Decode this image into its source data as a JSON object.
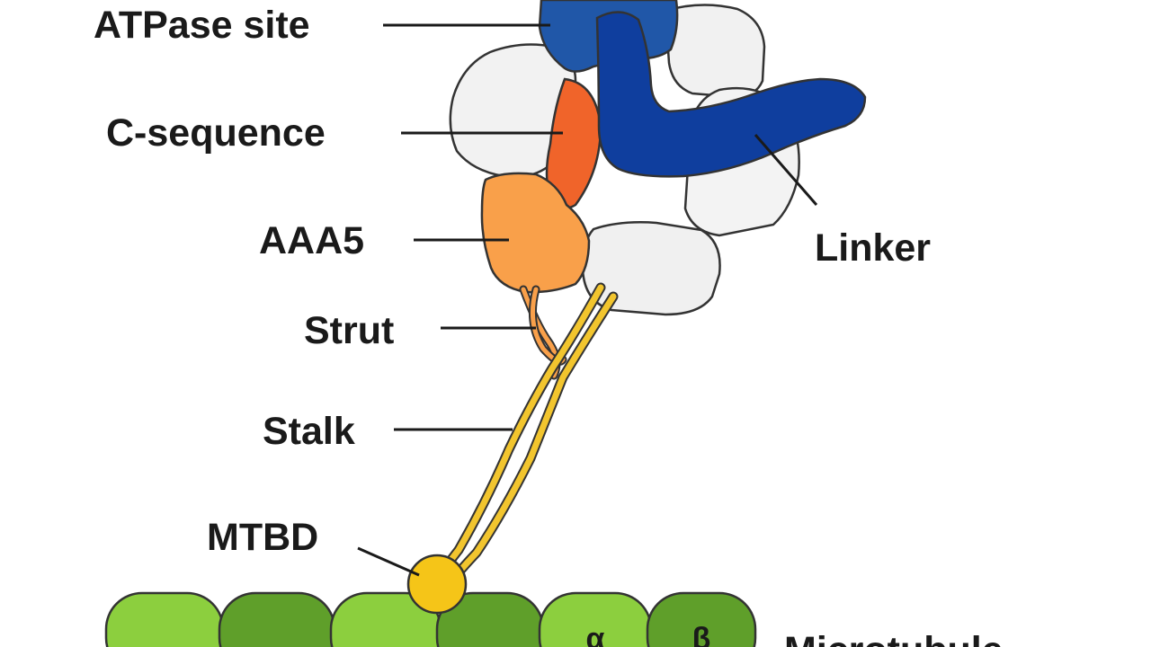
{
  "labels": {
    "atpase_site": "ATPase site",
    "c_sequence": "C-sequence",
    "aaa5": "AAA5",
    "strut": "Strut",
    "stalk": "Stalk",
    "mtbd": "MTBD",
    "linker": "Linker",
    "microtubule": "Microtubule",
    "alpha": "α",
    "beta": "β"
  },
  "colors": {
    "atpase_site": "#2057a8",
    "linker": "#0f3e9e",
    "c_sequence": "#f0642a",
    "aaa5": "#f9a04a",
    "ring_domain": "#f1f1f1",
    "stalk": "#f2c52e",
    "mtbd": "#f5c518",
    "tubulin_light": "#8ccf3e",
    "tubulin_dark": "#5f9f2a"
  }
}
